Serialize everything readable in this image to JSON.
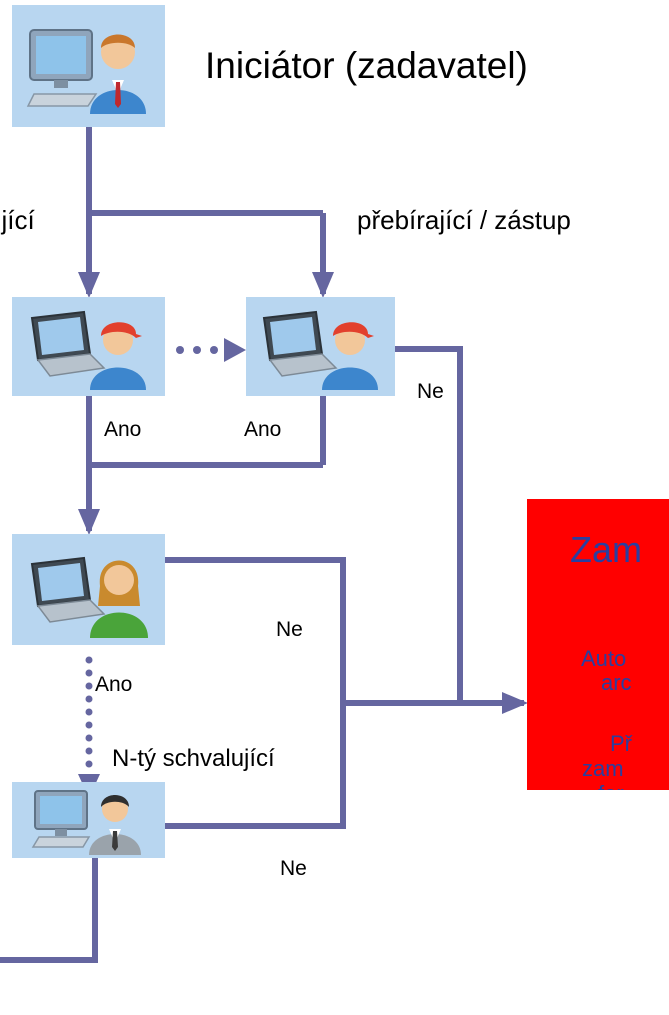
{
  "initiator": {
    "label": "Iniciátor (zadavatel)"
  },
  "branches": {
    "left_label": "ující",
    "right_label": "přebírající / zástup"
  },
  "approvers": {
    "yes_label": "Ano",
    "no_label": "Ne",
    "nth_label": "N-tý schvalující"
  },
  "reject_box": {
    "title": "Zam",
    "line1": "Auto",
    "line2": "arc",
    "line3": "Př",
    "line4": "zam",
    "line5": "for"
  },
  "colors": {
    "connector": "#6566a0",
    "node_background": "#b8d6f0",
    "reject_fill": "#ff0000",
    "reject_text": "#2a3fa0"
  },
  "icons": {
    "initiator": "desktop-user-icon",
    "approver_1": "laptop-worker-icon",
    "substitute": "laptop-worker-icon",
    "approver_female": "laptop-woman-icon",
    "approver_nth": "desktop-businessman-icon"
  }
}
